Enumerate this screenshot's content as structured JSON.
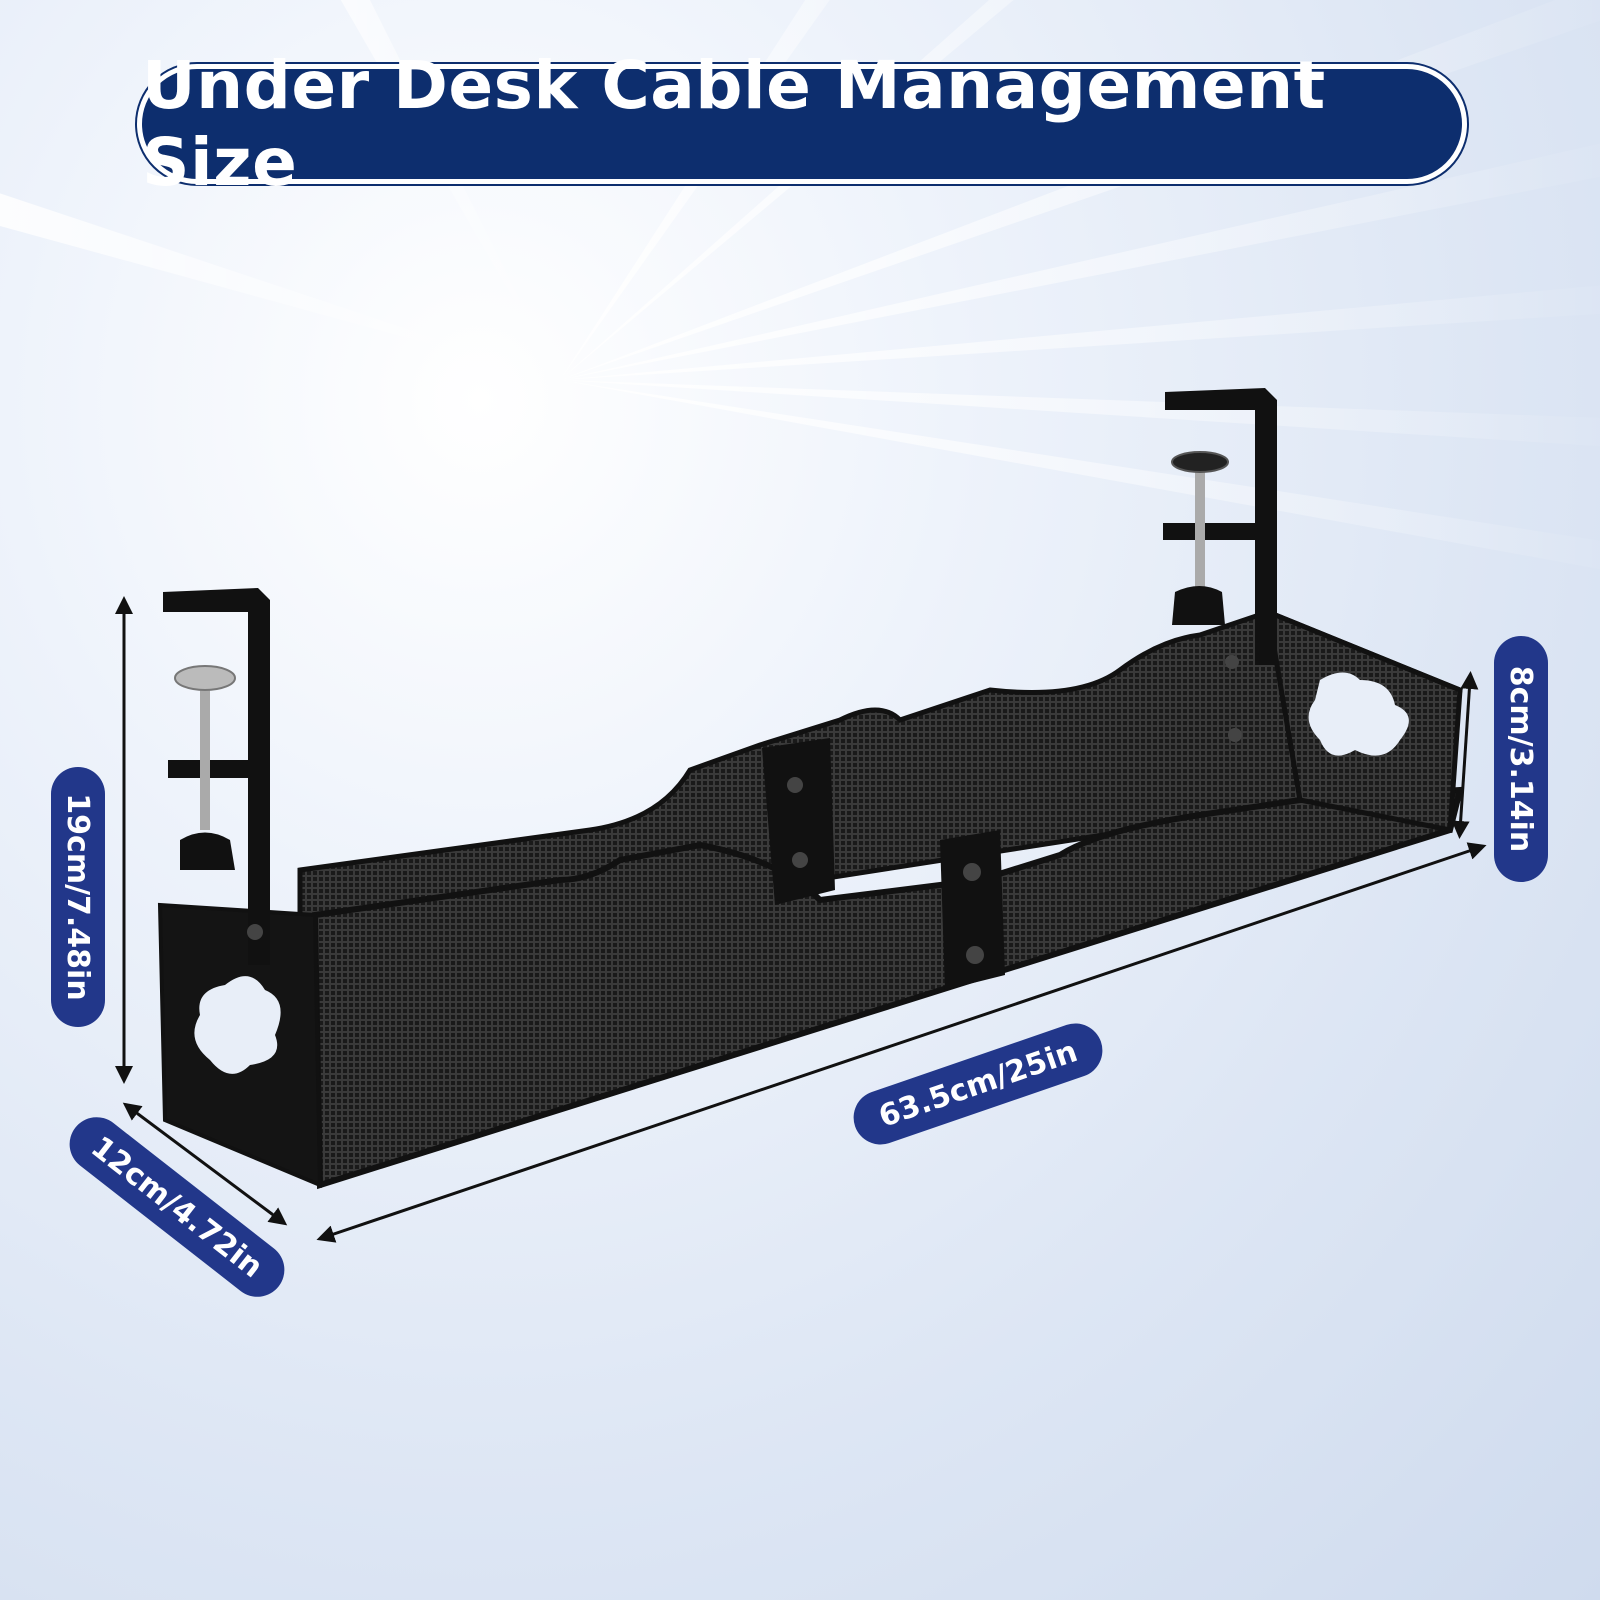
{
  "title": "Under Desk Cable Management Size",
  "dimensions": {
    "height": "19cm/7.48in",
    "depth": "12cm/4.72in",
    "length": "63.5cm/25in",
    "side_height": "8cm/3.14in"
  },
  "colors": {
    "title_bg": "#0d2e6e",
    "badge_bg": "#22378a",
    "product": "#111111",
    "background": "#e3ebf6"
  },
  "icons": [
    "product-image"
  ]
}
